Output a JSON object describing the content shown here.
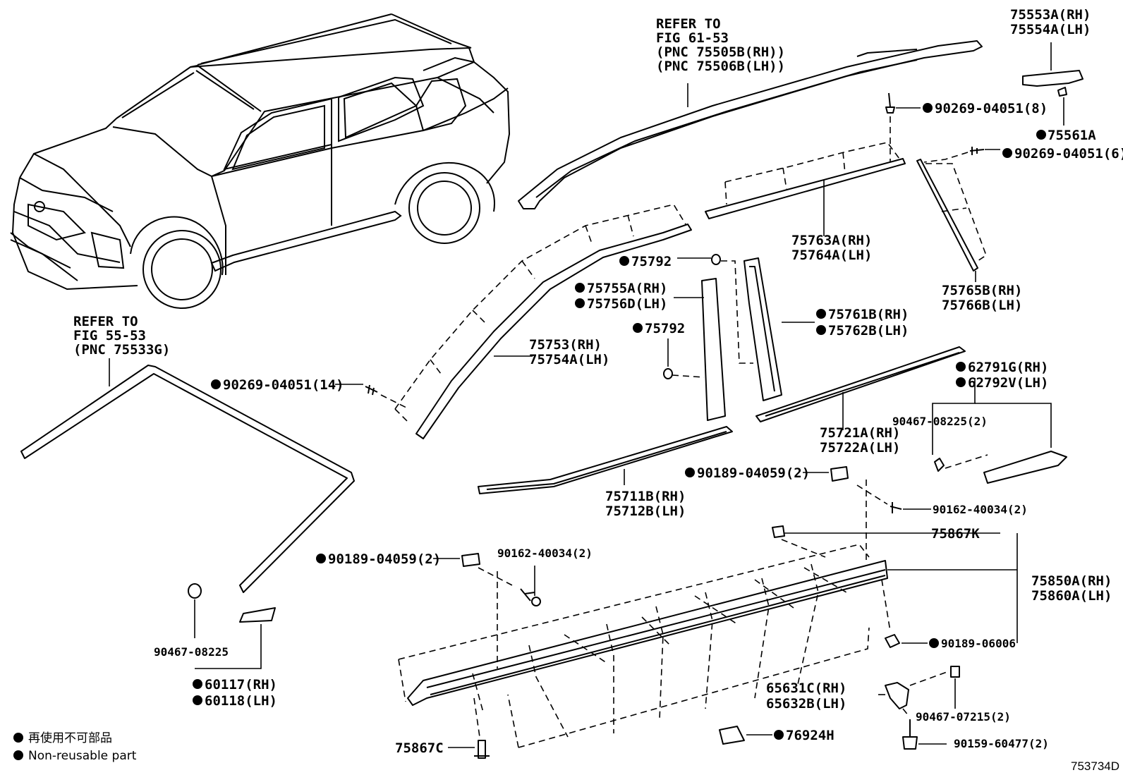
{
  "diagram": {
    "refs": [
      {
        "id": "ref-roof-rack",
        "lines": [
          "REFER TO",
          "FIG 61-53",
          "(PNC 75505B(RH))",
          "(PNC 75506B(LH))"
        ]
      },
      {
        "id": "ref-windshield",
        "lines": [
          "REFER TO",
          "FIG 55-53",
          "(PNC 75533G)"
        ]
      }
    ],
    "parts": [
      {
        "id": "p75553",
        "lines": [
          "75553A(RH)",
          "75554A(LH)"
        ],
        "nonreusable": false
      },
      {
        "id": "p90269-8",
        "lines": [
          "90269-04051(8)"
        ],
        "nonreusable": true
      },
      {
        "id": "p75561",
        "lines": [
          "75561A"
        ],
        "nonreusable": true
      },
      {
        "id": "p90269-6",
        "lines": [
          "90269-04051(6)"
        ],
        "nonreusable": true
      },
      {
        "id": "p75763",
        "lines": [
          "75763A(RH)",
          "75764A(LH)"
        ],
        "nonreusable": false
      },
      {
        "id": "p75765",
        "lines": [
          "75765B(RH)",
          "75766B(LH)"
        ],
        "nonreusable": false
      },
      {
        "id": "p75792a",
        "lines": [
          "75792"
        ],
        "nonreusable": true
      },
      {
        "id": "p75755",
        "lines": [
          "75755A(RH)",
          "75756D(LH)"
        ],
        "nonreusable": true
      },
      {
        "id": "p75761",
        "lines": [
          "75761B(RH)",
          "75762B(LH)"
        ],
        "nonreusable": true
      },
      {
        "id": "p75792b",
        "lines": [
          "75792"
        ],
        "nonreusable": true
      },
      {
        "id": "p75753",
        "lines": [
          "75753(RH)",
          "75754A(LH)"
        ],
        "nonreusable": false
      },
      {
        "id": "p90269-14",
        "lines": [
          "90269-04051(14)"
        ],
        "nonreusable": true
      },
      {
        "id": "p62791",
        "lines": [
          "62791G(RH)",
          "62792V(LH)"
        ],
        "nonreusable": true
      },
      {
        "id": "p90467-2",
        "lines": [
          "90467-08225(2)"
        ],
        "nonreusable": false
      },
      {
        "id": "p75721",
        "lines": [
          "75721A(RH)",
          "75722A(LH)"
        ],
        "nonreusable": false
      },
      {
        "id": "p90189-a",
        "lines": [
          "90189-04059(2)"
        ],
        "nonreusable": true
      },
      {
        "id": "p75711",
        "lines": [
          "75711B(RH)",
          "75712B(LH)"
        ],
        "nonreusable": false
      },
      {
        "id": "p90162-a",
        "lines": [
          "90162-40034(2)"
        ],
        "nonreusable": false
      },
      {
        "id": "p75867k",
        "lines": [
          "75867K"
        ],
        "nonreusable": false
      },
      {
        "id": "p90189-b",
        "lines": [
          "90189-04059(2)"
        ],
        "nonreusable": true
      },
      {
        "id": "p90162-b",
        "lines": [
          "90162-40034(2)"
        ],
        "nonreusable": false
      },
      {
        "id": "p75850",
        "lines": [
          "75850A(RH)",
          "75860A(LH)"
        ],
        "nonreusable": false
      },
      {
        "id": "p90189-06006",
        "lines": [
          "90189-06006"
        ],
        "nonreusable": true
      },
      {
        "id": "p90467-08225",
        "lines": [
          "90467-08225"
        ],
        "nonreusable": false
      },
      {
        "id": "p60117",
        "lines": [
          "60117(RH)",
          "60118(LH)"
        ],
        "nonreusable": true
      },
      {
        "id": "p65631",
        "lines": [
          "65631C(RH)",
          "65632B(LH)"
        ],
        "nonreusable": false
      },
      {
        "id": "p90467-07215",
        "lines": [
          "90467-07215(2)"
        ],
        "nonreusable": false
      },
      {
        "id": "p76924",
        "lines": [
          "76924H"
        ],
        "nonreusable": true
      },
      {
        "id": "p75867c",
        "lines": [
          "75867C"
        ],
        "nonreusable": false
      },
      {
        "id": "p90159",
        "lines": [
          "90159-60477(2)"
        ],
        "nonreusable": false
      }
    ],
    "legend": [
      {
        "id": "legend-jp",
        "text": "再使用不可部品"
      },
      {
        "id": "legend-en",
        "text": "Non-reusable part"
      }
    ],
    "figure_code": "753734D"
  }
}
